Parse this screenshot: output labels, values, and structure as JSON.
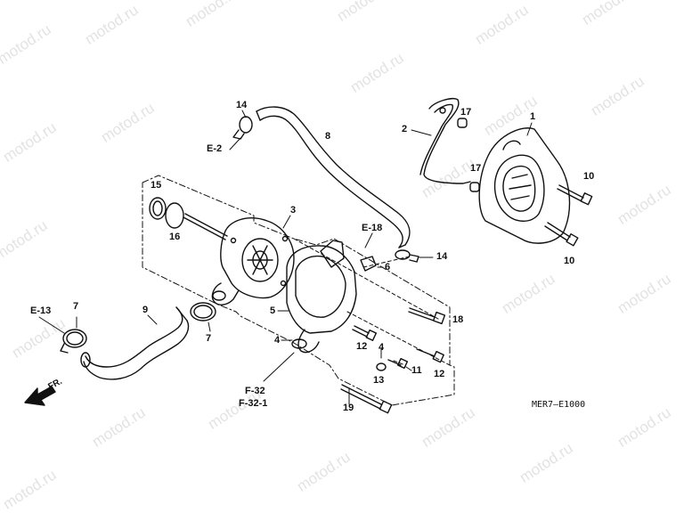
{
  "watermark": {
    "text": "motod.ru"
  },
  "part_numbers": [
    "1",
    "2",
    "3",
    "4",
    "4",
    "5",
    "6",
    "7",
    "7",
    "8",
    "9",
    "10",
    "10",
    "11",
    "12",
    "12",
    "13",
    "14",
    "14",
    "15",
    "16",
    "17",
    "17",
    "18",
    "19"
  ],
  "refs": {
    "e2": "E-2",
    "e13": "E-13",
    "e18": "E-18",
    "f32": "F-32",
    "f321": "F-32-1"
  },
  "front_marker": "FR.",
  "diagram_code": "MER7–E1000",
  "colors": {
    "line": "#111111",
    "watermark": "#e3e3e3",
    "background": "#ffffff"
  }
}
